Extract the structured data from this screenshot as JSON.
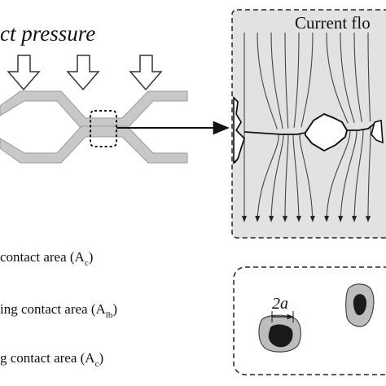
{
  "top_label": "ct pressure",
  "panel_title": "Current flo",
  "dimension_label": "2a",
  "legend": [
    {
      "text": "contact area (A",
      "sub": "c",
      "close": ")"
    },
    {
      "text": "ing contact area (A",
      "sub": "lb",
      "close": ")"
    },
    {
      "text": "g contact area (A",
      "sub": "c",
      "close": ")"
    }
  ],
  "colors": {
    "beam_fill": "#c8c8c8",
    "panel_fill": "#e2e2e2",
    "spot_halo": "#bdbdbd",
    "spot_core": "#1a1a1a",
    "line": "#222222"
  },
  "icons": [
    "pressure-arrow-icon",
    "magnify-arrow-icon",
    "current-flow-arrow-icon"
  ]
}
